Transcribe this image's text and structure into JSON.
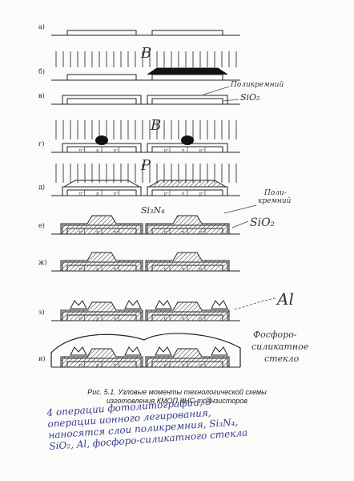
{
  "steps": [
    {
      "id": "a",
      "label": "а)"
    },
    {
      "id": "b",
      "label": "б)"
    },
    {
      "id": "v",
      "label": "в)"
    },
    {
      "id": "g",
      "label": "г)"
    },
    {
      "id": "d",
      "label": "д)"
    },
    {
      "id": "e",
      "label": "е)"
    },
    {
      "id": "zh",
      "label": "ж)"
    },
    {
      "id": "z",
      "label": "з)"
    },
    {
      "id": "i",
      "label": "и)"
    }
  ],
  "region_labels": {
    "n_plus": "n⁺",
    "p": "p",
    "p_plus": "p⁺",
    "n": "n"
  },
  "annotations": {
    "ion_b1": "B",
    "ion_b2": "B",
    "ion_p": "P",
    "polysilicon_1": "Поликремний",
    "sio2_1": "SiO₂",
    "polysilicon_2": "Поли-кремний",
    "si3n4": "Si₃N₄",
    "sio2_2": "SiO₂",
    "al": "Al",
    "psg_line1": "Фосфоро-",
    "psg_line2": "силикатное",
    "psg_line3": "стекло"
  },
  "caption": {
    "line1": "Рис. 5.1. Узловые моменты технологической схемы",
    "line2": "изготовления КМОП КНС-транзисторов"
  },
  "handwritten_note": {
    "line1": "4 операции фотолитографии, 3",
    "line2": "операции ионного легирования,",
    "line3": "наносятся слои поликремния, Si₃N₄,",
    "line4": "SiO₂, Al, фосфоро-силикатного стекла"
  }
}
